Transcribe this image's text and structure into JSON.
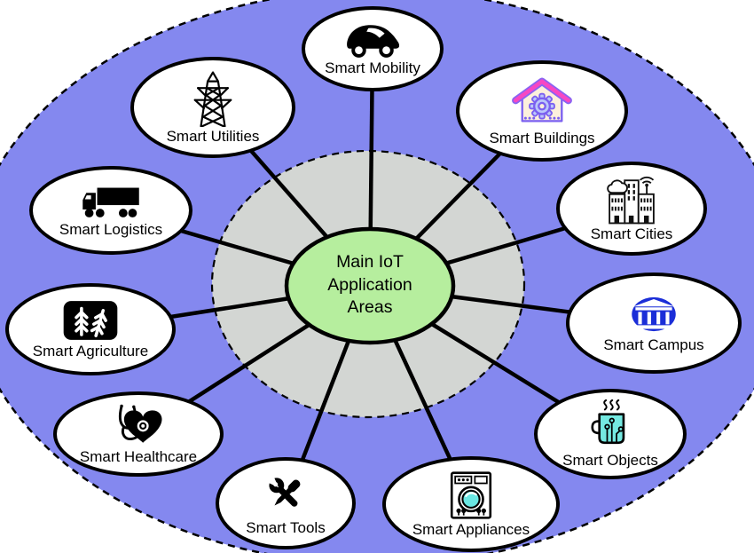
{
  "diagram": {
    "center": {
      "lines": [
        "Main IoT",
        "Application",
        "Areas"
      ],
      "full_text": "Main IoT Application Areas"
    },
    "nodes": [
      {
        "label": "Smart Mobility",
        "icon": "car-icon"
      },
      {
        "label": "Smart Buildings",
        "icon": "smart-home-gear-icon"
      },
      {
        "label": "Smart Cities",
        "icon": "city-buildings-icon"
      },
      {
        "label": "Smart Campus",
        "icon": "campus-building-icon"
      },
      {
        "label": "Smart Objects",
        "icon": "smart-mug-icon"
      },
      {
        "label": "Smart Appliances",
        "icon": "washing-machine-icon"
      },
      {
        "label": "Smart Tools",
        "icon": "wrench-screwdriver-icon"
      },
      {
        "label": "Smart Healthcare",
        "icon": "stethoscope-heart-icon"
      },
      {
        "label": "Smart Agriculture",
        "icon": "wheat-icon"
      },
      {
        "label": "Smart Logistics",
        "icon": "truck-icon"
      },
      {
        "label": "Smart Utilities",
        "icon": "power-tower-icon"
      }
    ],
    "colors": {
      "outer_ring": "#8488ef",
      "inner_ring": "#d3d6d3",
      "center_fill": "#b6ee9e",
      "node_fill": "#ffffff",
      "line": "#000000",
      "accent_cyan": "#70e8e0",
      "campus_blue": "#1b2ed8",
      "buildings_pink": "#f747c3",
      "buildings_purple": "#7a5ff0",
      "buildings_cream": "#fcf0dc"
    }
  }
}
